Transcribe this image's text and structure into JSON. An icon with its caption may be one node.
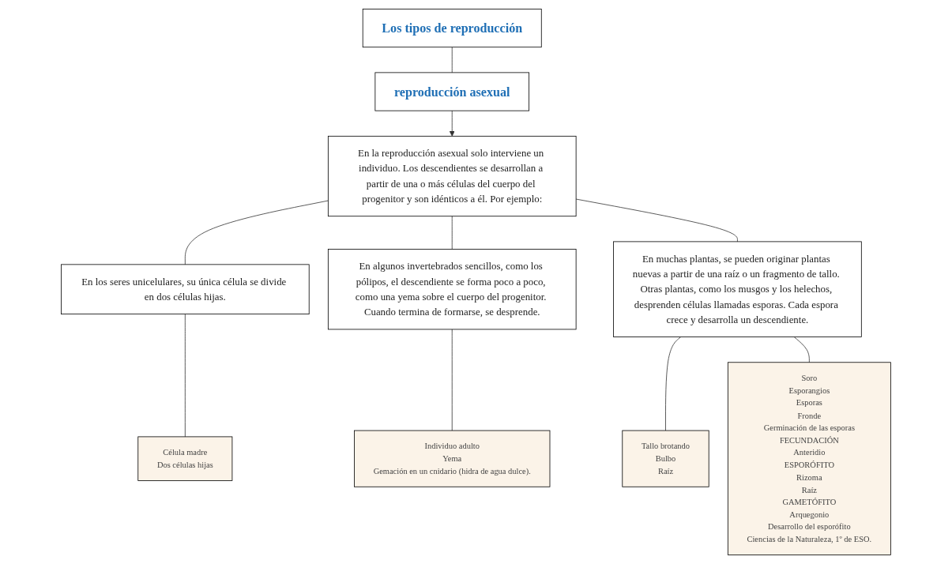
{
  "diagram": {
    "nodes": [
      {
        "text": [
          "Los tipos de reproducción"
        ]
      },
      {
        "text": [
          "reproducción asexual"
        ]
      },
      {
        "text": [
          "En la reproducción asexual solo interviene un individuo. Los descendientes se desarrollan a partir de una o más células del cuerpo del progenitor y son idénticos a él. Por ejemplo:"
        ]
      },
      {
        "text": [
          "En los seres unicelulares, su única célula se divide en dos células hijas."
        ]
      },
      {
        "text": [
          "Célula madre",
          "Dos células hijas"
        ]
      },
      {
        "text": [
          "En algunos invertebrados sencillos, como los pólipos, el descendiente se forma poco a poco, como una yema sobre el cuerpo del progenitor. Cuando termina de formarse, se desprende."
        ]
      },
      {
        "text": [
          "Individuo adulto",
          "Yema",
          "Gemación en un cnidario (hidra de agua dulce)."
        ]
      },
      {
        "text": [
          "En muchas plantas, se pueden originar plantas nuevas a partir de una raíz o un fragmento de tallo. Otras plantas, como los musgos y los helechos, desprenden células llamadas esporas. Cada espora crece y desarrolla un descendiente."
        ]
      },
      {
        "text": [
          "Tallo brotando",
          "Bulbo",
          "Raíz"
        ]
      },
      {
        "text": [
          "Soro",
          "Esporangios",
          "Esporas",
          "Fronde",
          "Germinación de las esporas",
          "FECUNDACIÓN",
          "Anteridio",
          "ESPORÓFITO",
          "Rizoma",
          "Raíz",
          "GAMETÓFITO",
          "Arquegonio",
          "Desarrollo del esporófito",
          "Ciencias de la Naturaleza, 1º de ESO."
        ]
      }
    ],
    "edges": [
      {
        "from": 0,
        "to": 1,
        "arrow": "none"
      },
      {
        "from": 1,
        "to": 2,
        "arrow": "to"
      },
      {
        "from": 2,
        "to": 3,
        "arrow": "none"
      },
      {
        "from": 3,
        "to": 4,
        "arrow": "none"
      },
      {
        "from": 2,
        "to": 5,
        "arrow": "none"
      },
      {
        "from": 2,
        "to": 7,
        "arrow": "none"
      },
      {
        "from": 5,
        "to": 6,
        "arrow": "none"
      },
      {
        "from": 7,
        "to": 8,
        "arrow": "none"
      },
      {
        "from": 7,
        "to": 9,
        "arrow": "none"
      }
    ]
  }
}
